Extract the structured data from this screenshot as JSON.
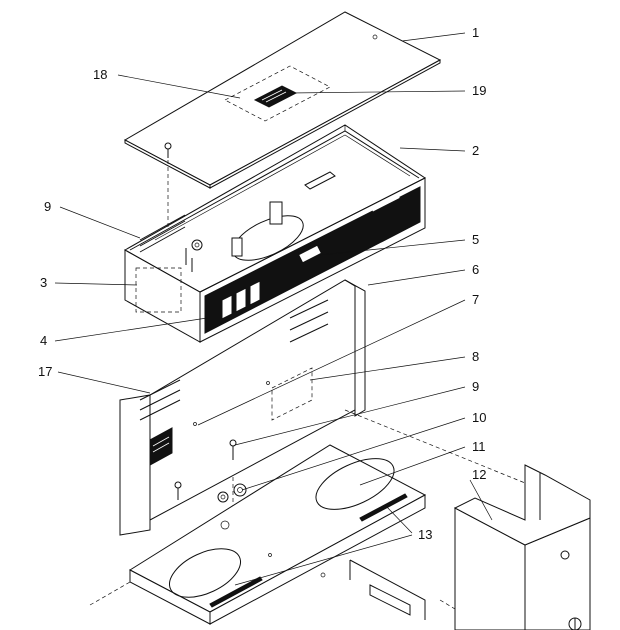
{
  "callouts": [
    {
      "id": "1",
      "label": "1"
    },
    {
      "id": "2",
      "label": "2"
    },
    {
      "id": "3",
      "label": "3"
    },
    {
      "id": "4",
      "label": "4"
    },
    {
      "id": "5",
      "label": "5"
    },
    {
      "id": "6",
      "label": "6"
    },
    {
      "id": "7",
      "label": "7"
    },
    {
      "id": "8",
      "label": "8"
    },
    {
      "id": "9a",
      "label": "9"
    },
    {
      "id": "9b",
      "label": "9"
    },
    {
      "id": "10",
      "label": "10"
    },
    {
      "id": "11",
      "label": "11"
    },
    {
      "id": "12",
      "label": "12"
    },
    {
      "id": "13",
      "label": "13"
    },
    {
      "id": "17",
      "label": "17"
    },
    {
      "id": "18",
      "label": "18"
    },
    {
      "id": "19",
      "label": "19"
    }
  ]
}
